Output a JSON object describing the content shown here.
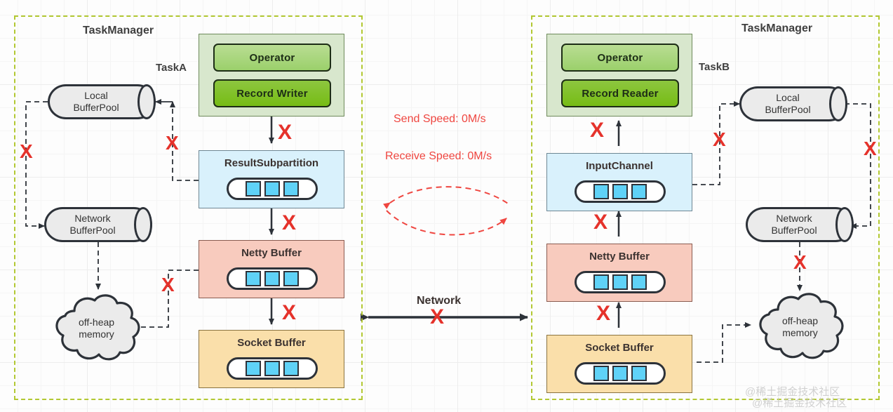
{
  "diagram": {
    "title": "Flink network stack backpressure diagram",
    "colors": {
      "container_border": "#b2c832",
      "task_group_bg": "#d8e7cd",
      "operator_chip": "#9bd06b",
      "record_chip": "#76bc15",
      "result_subpartition_bg": "#d9f1fc",
      "netty_buffer_bg": "#f8cbbe",
      "socket_buffer_bg": "#fadfaa",
      "buffer_cell": "#5fd2f7",
      "x_mark": "#e5322b",
      "speed_text": "#ef4640",
      "cylinder_bg": "#ebebeb"
    }
  },
  "left": {
    "container_title": "TaskManager",
    "task_label": "TaskA",
    "task_group": {
      "operator": "Operator",
      "record": "Record Writer"
    },
    "stages": [
      {
        "title": "ResultSubpartition",
        "cells": 3
      },
      {
        "title": "Netty Buffer",
        "cells": 3
      },
      {
        "title": "Socket Buffer",
        "cells": 3
      }
    ],
    "pools": {
      "local": "Local\nBufferPool",
      "local_line1": "Local",
      "local_line2": "BufferPool",
      "network_line1": "Network",
      "network_line2": "BufferPool"
    },
    "memory": {
      "line1": "off-heap",
      "line2": "memory"
    }
  },
  "right": {
    "container_title": "TaskManager",
    "task_label": "TaskB",
    "task_group": {
      "operator": "Operator",
      "record": "Record Reader"
    },
    "stages": [
      {
        "title": "InputChannel",
        "cells": 3
      },
      {
        "title": "Netty Buffer",
        "cells": 3
      },
      {
        "title": "Socket Buffer",
        "cells": 3
      }
    ],
    "pools": {
      "local_line1": "Local",
      "local_line2": "BufferPool",
      "network_line1": "Network",
      "network_line2": "BufferPool"
    },
    "memory": {
      "line1": "off-heap",
      "line2": "memory"
    }
  },
  "center": {
    "send_speed": "Send Speed: 0M/s",
    "receive_speed": "Receive Speed: 0M/s",
    "network_label": "Network"
  },
  "x_mark": "X",
  "watermark": {
    "line1": "@稀土掘金技术社区",
    "line2": "@稀土掘金技术社区"
  }
}
